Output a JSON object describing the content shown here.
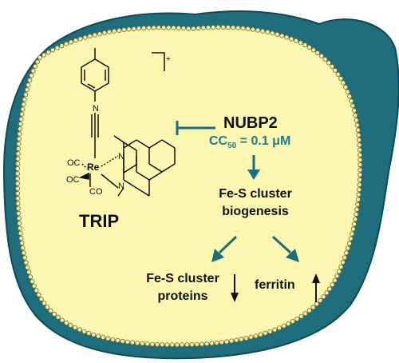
{
  "compound": {
    "name": "TRIP",
    "charge": "+",
    "metal": "Re",
    "ligands": {
      "co_top": "OC",
      "co_mid": "OC",
      "co_bottom": "CO",
      "isocyanide_n": "N",
      "phen_n_top": "N",
      "phen_n_bottom": "N"
    }
  },
  "target": {
    "name": "NUBP2",
    "cc50_label": "CC",
    "cc50_sub": "50",
    "cc50_value": " = 0.1 μM"
  },
  "process": {
    "line1": "Fe-S cluster",
    "line2": "biogenesis"
  },
  "outcomes": {
    "proteins_line1": "Fe-S cluster",
    "proteins_line2": "proteins",
    "ferritin": "ferritin",
    "proteins_direction": "down",
    "ferritin_direction": "up"
  },
  "colors": {
    "arrow": "#1e6d7c",
    "cc50_text": "#1e7d8c",
    "cell_fill": "#fbf7b0",
    "membrane": "#1e6d7c"
  }
}
